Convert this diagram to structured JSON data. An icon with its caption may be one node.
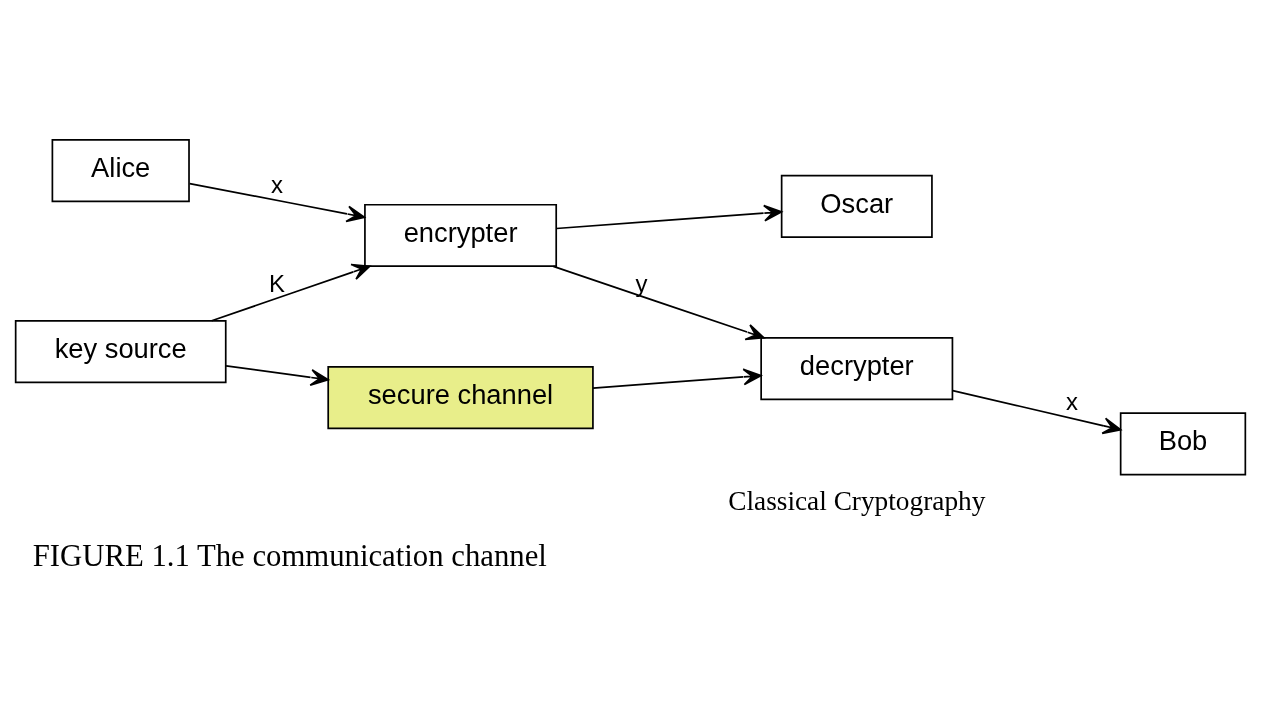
{
  "diagram": {
    "caption": "FIGURE 1.1 The communication channel",
    "nodes": [
      {
        "text": [
          "Alice"
        ]
      },
      {
        "text": [
          "encrypter"
        ]
      },
      {
        "text": [
          "Oscar"
        ]
      },
      {
        "text": [
          "decrypter"
        ]
      },
      {
        "text": [
          "Bob"
        ]
      },
      {
        "text": [
          "secure channel"
        ]
      },
      {
        "text": [
          "key source"
        ]
      }
    ],
    "edges": [
      {
        "from": 0,
        "to": 1,
        "arrow": "to",
        "label": "x"
      },
      {
        "from": 1,
        "to": 3,
        "arrow": "to",
        "label": "y"
      },
      {
        "from": 1,
        "to": 2,
        "arrow": "to"
      },
      {
        "from": 3,
        "to": 4,
        "arrow": "to",
        "label": "x"
      },
      {
        "from": 6,
        "to": 1,
        "arrow": "to",
        "label": "K"
      },
      {
        "from": 6,
        "to": 5,
        "arrow": "to"
      },
      {
        "from": 5,
        "to": 3,
        "arrow": "to"
      }
    ],
    "labels": [
      "Classical Cryptography"
    ]
  }
}
